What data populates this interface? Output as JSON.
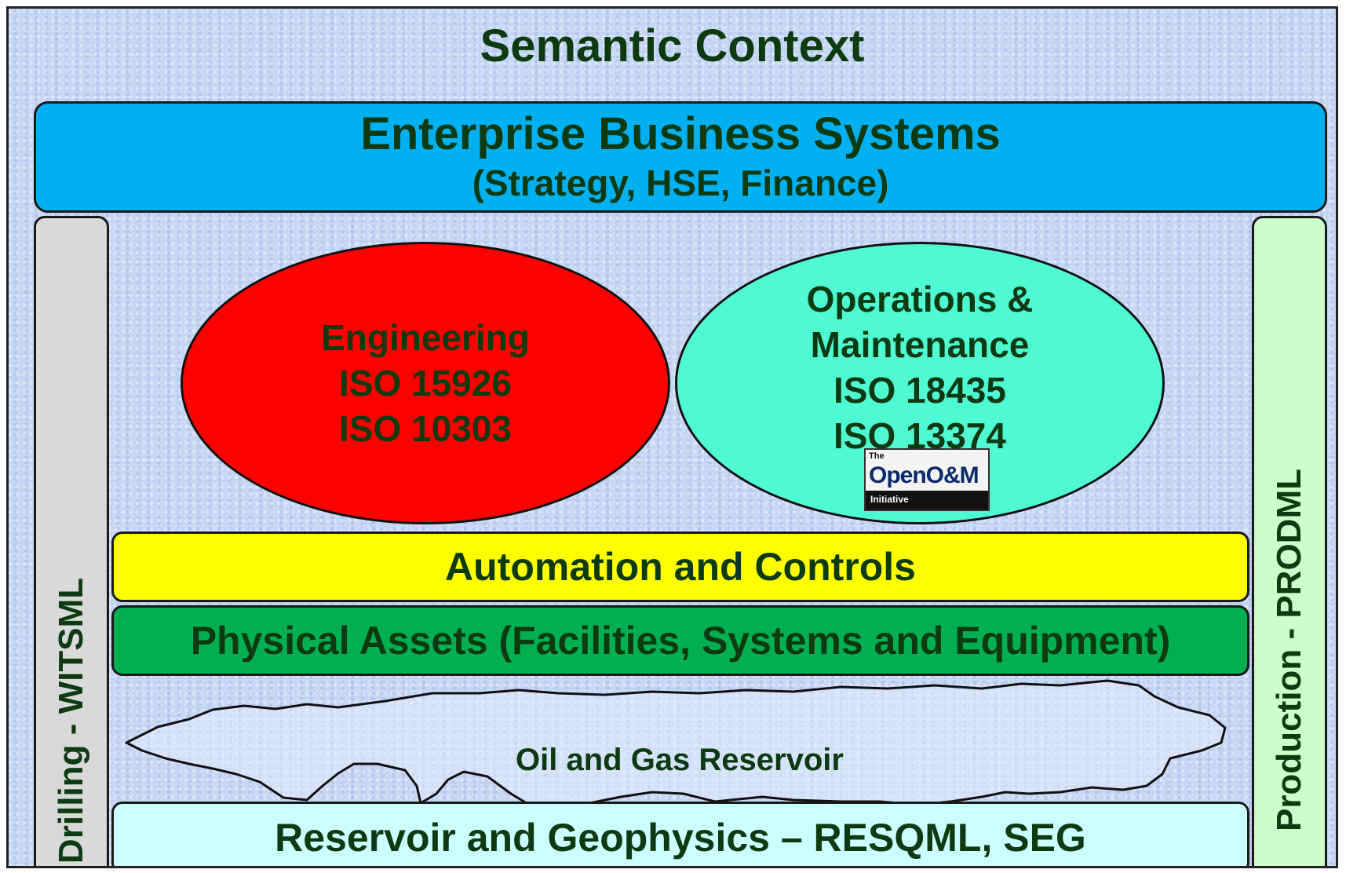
{
  "title": "Semantic Context",
  "enterprise": {
    "line1": "Enterprise Business Systems",
    "line2": "(Strategy, HSE, Finance)"
  },
  "side": {
    "left": "Drilling - WITSML",
    "right": "Production - PRODML"
  },
  "engineering": {
    "lines": [
      "Engineering",
      "ISO 15926",
      "ISO 10303"
    ]
  },
  "operations": {
    "lines": [
      "Operations &",
      "Maintenance",
      "ISO 18435",
      "ISO 13374"
    ],
    "logo": {
      "the": "The",
      "name": "OpenO&M",
      "initiative": "Initiative"
    }
  },
  "automation": "Automation and Controls",
  "physical": "Physical Assets (Facilities, Systems and Equipment)",
  "reservoir": "Oil and Gas Reservoir",
  "geophysics": "Reservoir and Geophysics – RESQML, SEG",
  "colors": {
    "background": "#c4d6f3",
    "enterprise": "#00b0f0",
    "engineering": "#ff0000",
    "operations": "#4ffad2",
    "automation": "#ffff00",
    "physical": "#00b050",
    "geophysics": "#ccffff",
    "drilling": "#d9d9d9",
    "production": "#ccffcc",
    "text": "#0e3a12"
  }
}
